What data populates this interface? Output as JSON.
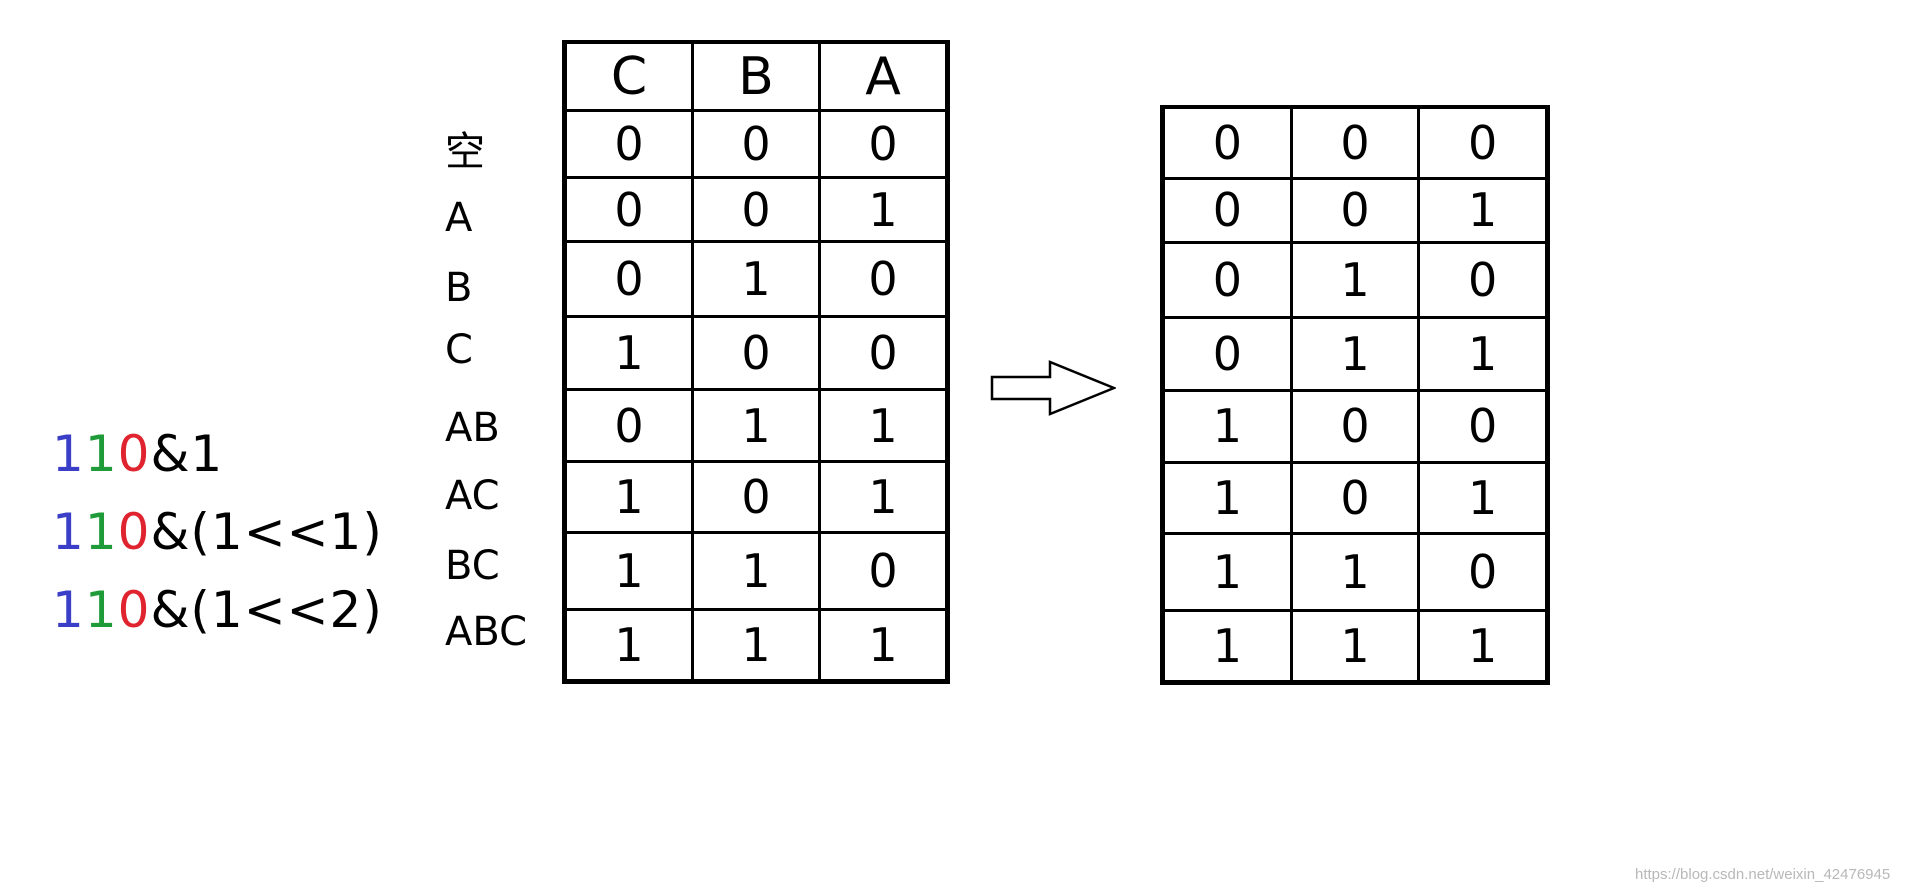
{
  "formulas": [
    {
      "d1": "1",
      "d2": "1",
      "d3": "0",
      "rest": "&1"
    },
    {
      "d1": "1",
      "d2": "1",
      "d3": "0",
      "rest": "&(1<<1)"
    },
    {
      "d1": "1",
      "d2": "1",
      "d3": "0",
      "rest": "&(1<<2)"
    }
  ],
  "colors": {
    "digit1": "#3b3fc8",
    "digit2": "#1f9b3a",
    "digit3": "#e0242f"
  },
  "row_labels": [
    "空",
    "A",
    "B",
    "C",
    "AB",
    "AC",
    "BC",
    "ABC"
  ],
  "left_table": {
    "headers": [
      "C",
      "B",
      "A"
    ],
    "rows": [
      [
        "0",
        "0",
        "0"
      ],
      [
        "0",
        "0",
        "1"
      ],
      [
        "0",
        "1",
        "0"
      ],
      [
        "1",
        "0",
        "0"
      ],
      [
        "0",
        "1",
        "1"
      ],
      [
        "1",
        "0",
        "1"
      ],
      [
        "1",
        "1",
        "0"
      ],
      [
        "1",
        "1",
        "1"
      ]
    ]
  },
  "right_table": {
    "rows": [
      [
        "0",
        "0",
        "0"
      ],
      [
        "0",
        "0",
        "1"
      ],
      [
        "0",
        "1",
        "0"
      ],
      [
        "0",
        "1",
        "1"
      ],
      [
        "1",
        "0",
        "0"
      ],
      [
        "1",
        "0",
        "1"
      ],
      [
        "1",
        "1",
        "0"
      ],
      [
        "1",
        "1",
        "1"
      ]
    ]
  },
  "arrow_icon": "right-arrow-icon",
  "watermark": "https://blog.csdn.net/weixin_42476945"
}
